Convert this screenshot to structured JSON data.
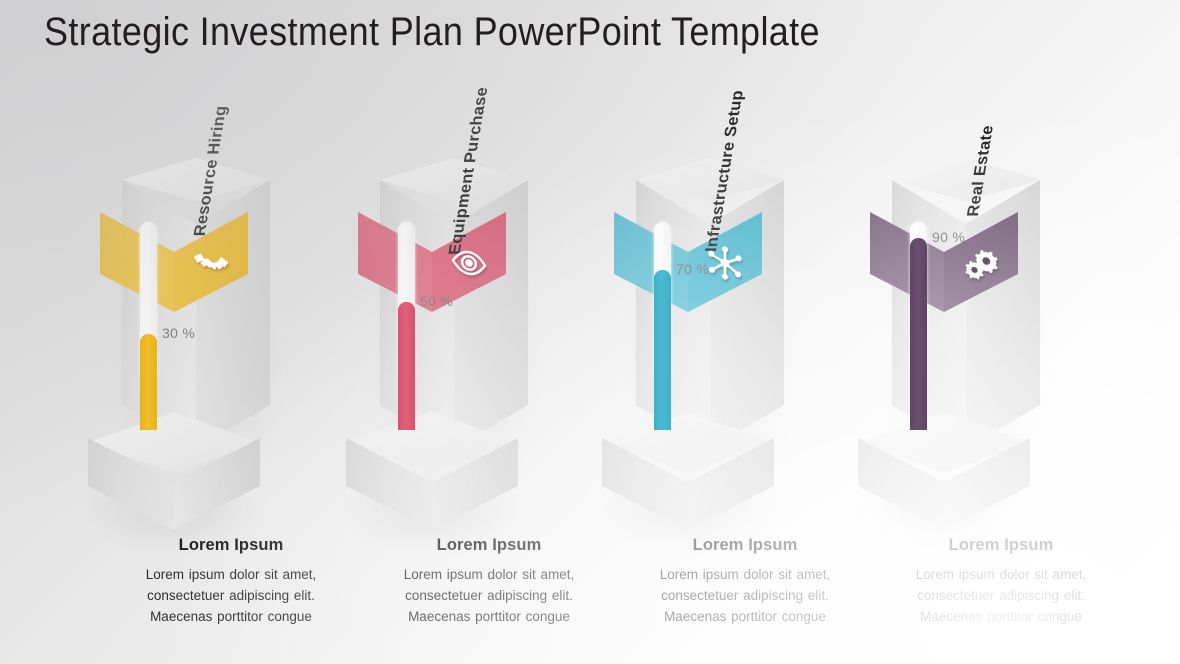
{
  "slide": {
    "title": "Strategic Investment Plan PowerPoint Template",
    "background_color": "#dedede"
  },
  "columns": [
    {
      "label": "Resource Hiring",
      "percent_text": "30 %",
      "percent_value": 30,
      "color": "#F2BE2A",
      "color_dark": "#E8B21C",
      "icon": "handshake-icon",
      "caption_heading": "Lorem Ipsum",
      "caption_body": "Lorem ipsum dolor sit amet, consectetuer adipiscing elit. Maecenas porttitor  congue"
    },
    {
      "label": "Equipment Purchase",
      "percent_text": "50 %",
      "percent_value": 50,
      "color": "#E0607A",
      "color_dark": "#D6536D",
      "icon": "eye-icon",
      "caption_heading": "Lorem Ipsum",
      "caption_body": "Lorem ipsum dolor sit amet, consectetuer adipiscing elit. Maecenas porttitor  congue"
    },
    {
      "label": "Infrastructure Setup",
      "percent_text": "70 %",
      "percent_value": 70,
      "color": "#4BBBD3",
      "color_dark": "#3FB0C9",
      "icon": "network-hub-icon",
      "caption_heading": "Lorem Ipsum",
      "caption_body": "Lorem ipsum dolor sit amet, consectetuer adipiscing elit. Maecenas porttitor  congue"
    },
    {
      "label": "Real Estate",
      "percent_text": "90 %",
      "percent_value": 90,
      "color": "#6B4F6F",
      "color_dark": "#5F4663",
      "icon": "gears-icon",
      "caption_heading": "Lorem Ipsum",
      "caption_body": "Lorem ipsum dolor sit amet, consectetuer adipiscing elit. Maecenas porttitor  congue"
    }
  ]
}
